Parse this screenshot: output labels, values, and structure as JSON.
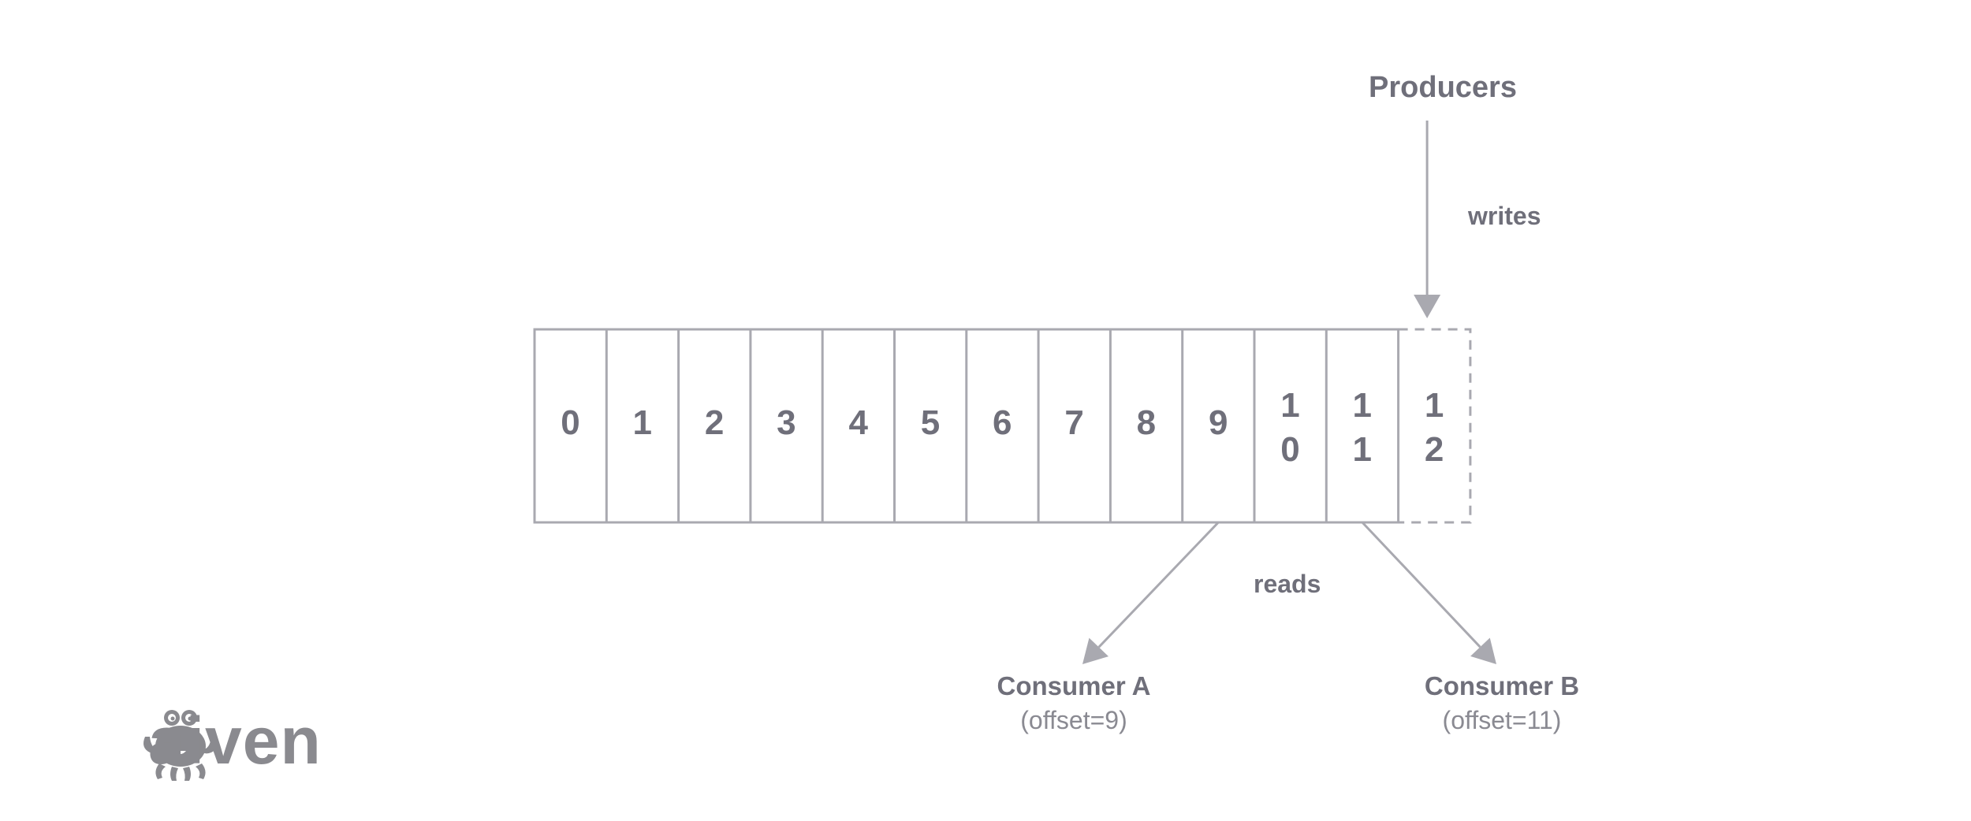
{
  "diagram": {
    "producers_label": "Producers",
    "writes_label": "writes",
    "reads_label": "reads",
    "cells": [
      "0",
      "1",
      "2",
      "3",
      "4",
      "5",
      "6",
      "7",
      "8",
      "9",
      "10",
      "11",
      "12"
    ],
    "pending_cell": "12",
    "consumer_a": {
      "name": "Consumer A",
      "offset": "(offset=9)",
      "reads_cell": "9"
    },
    "consumer_b": {
      "name": "Consumer B",
      "offset": "(offset=11)",
      "reads_cell": "11"
    }
  },
  "brand": {
    "name": "aiven",
    "icon": "crab-icon"
  },
  "colors": {
    "line": "#a9a9b0",
    "text": "#6f6f7a",
    "logo": "#8a8a8f"
  }
}
